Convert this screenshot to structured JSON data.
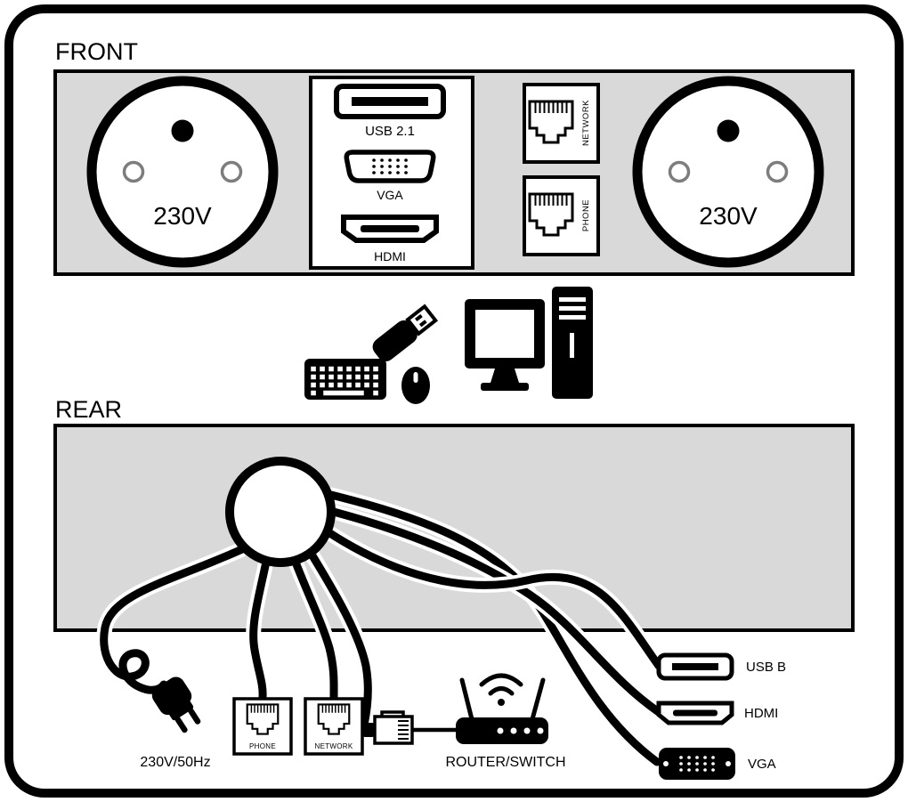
{
  "front": {
    "section_label": "FRONT",
    "left_socket_label": "230V",
    "right_socket_label": "230V",
    "usb_port_label": "USB 2.1",
    "vga_port_label": "VGA",
    "hdmi_port_label": "HDMI",
    "network_jack_label": "NETWORK",
    "phone_jack_label": "PHONE"
  },
  "rear": {
    "section_label": "REAR",
    "power_plug_label": "230V/50Hz",
    "phone_jack_label": "PHONE",
    "network_jack_label": "NETWORK",
    "router_label": "ROUTER/SWITCH",
    "usb_b_label": "USB B",
    "hdmi_label": "HDMI",
    "vga_label": "VGA"
  },
  "colors": {
    "ink": "#000000",
    "panel_fill": "#d9d9d9",
    "background": "#ffffff"
  }
}
